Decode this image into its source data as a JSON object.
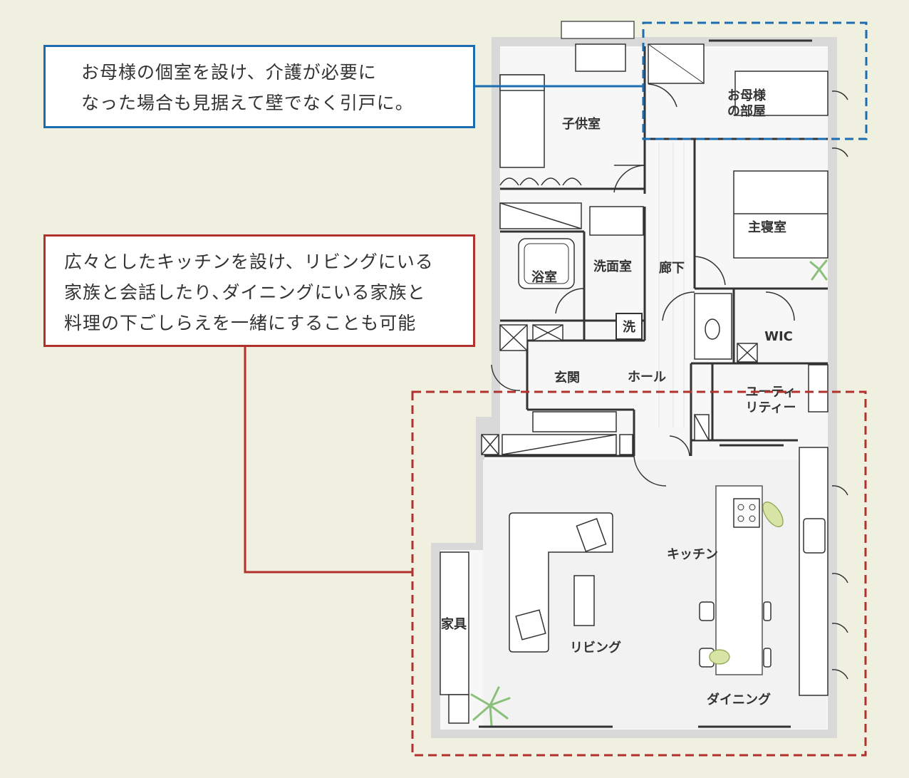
{
  "callouts": {
    "mother_room_note": {
      "lines": [
        "お母様の個室を設け、介護が必要に",
        "なった場合も見据えて壁でなく引戸に。"
      ],
      "color": "#1c6cb1"
    },
    "kitchen_note": {
      "lines": [
        "広々としたキッチンを設け、リビングにいる",
        "家族と会話したり､ダイニングにいる家族と",
        "料理の下ごしらえを一緒にすることも可能"
      ],
      "color": "#b2312d"
    }
  },
  "rooms": {
    "mother_room": [
      "お母様",
      "の部屋"
    ],
    "kids_room": "子供室",
    "master_bedroom": "主寝室",
    "bathroom": "浴室",
    "washroom": "洗面室",
    "hallway": "廊下",
    "wic": "WIC",
    "entrance": "玄関",
    "hall": "ホール",
    "utility": [
      "ユーティ",
      "リティー"
    ],
    "kitchen": "キッチン",
    "living": "リビング",
    "dining": "ダイニング",
    "furniture": "家具",
    "washer": "洗"
  },
  "colors": {
    "background": "#f0f0e1",
    "wall": "#d9d9d9",
    "floor": "#f7f7f7",
    "line": "#333333"
  }
}
